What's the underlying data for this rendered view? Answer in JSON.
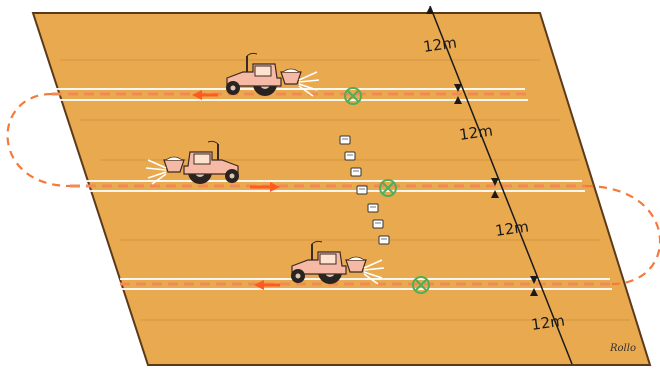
{
  "diagram": {
    "lane_spacing_labels": [
      "12m",
      "12m",
      "12m",
      "12m"
    ],
    "signature": "Rollo",
    "colors": {
      "field": "#e9a94f",
      "field_line": "#d1913d",
      "tramline": "#f28a55",
      "turn_path": "#f47a3a",
      "arrow": "#ff5a1f",
      "marker": "#4fae57",
      "tractor_body": "#f6b9a6",
      "tractor_outline": "#3a2a22"
    },
    "icons": [
      "tractor-icon",
      "fertilizer-spreader-icon",
      "direction-arrow-icon",
      "target-marker-icon",
      "fertilizer-bag-icon"
    ],
    "lanes": [
      {
        "tractor_direction": "left"
      },
      {
        "tractor_direction": "right"
      },
      {
        "tractor_direction": "left"
      }
    ]
  }
}
